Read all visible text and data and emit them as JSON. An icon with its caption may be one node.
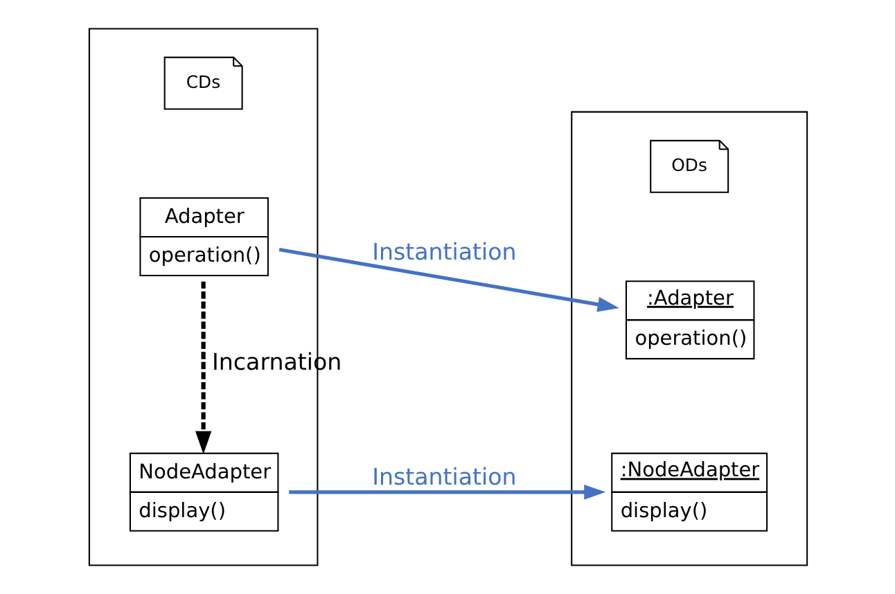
{
  "diagram": {
    "nodes": [
      {
        "text": [],
        "shape": "box"
      },
      {
        "text": [
          "CDs"
        ],
        "in": 0
      },
      {
        "text": [
          "Adapter",
          "operation()"
        ],
        "in": 0
      },
      {
        "text": [
          "NodeAdapter",
          "display()"
        ],
        "in": 0
      },
      {
        "text": [],
        "shape": "box"
      },
      {
        "text": [
          "ODs"
        ],
        "in": 4
      },
      {
        "text": [
          ":Adapter",
          "operation()"
        ],
        "in": 4
      },
      {
        "text": [
          ":NodeAdapter",
          "display()"
        ],
        "in": 4
      }
    ],
    "edges": [
      {
        "from": 2,
        "to": 6,
        "arrow": "to",
        "label": "Instantiation"
      },
      {
        "from": 2,
        "to": 3,
        "arrow": "to",
        "label": "Incarnation",
        "style": "dashed",
        "color": "#000000"
      },
      {
        "from": 3,
        "to": 7,
        "arrow": "to",
        "label": "Instantiation"
      }
    ]
  }
}
